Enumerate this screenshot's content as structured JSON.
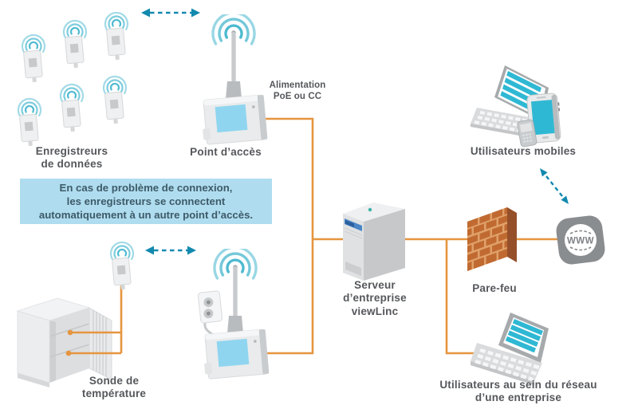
{
  "diagram": {
    "labels": {
      "data_loggers": "Enregistreurs\nde données",
      "access_point": "Point d’accès",
      "power_note": "Alimentation\nPoE ou CC",
      "info_note": "En cas de problème de connexion,\nles enregistreurs se connectent\nautomatiquement à un autre point d’accès.",
      "temperature_probe": "Sonde de\ntempérature",
      "server": "Serveur\nd’entreprise\nviewLinc",
      "firewall": "Pare-feu",
      "mobile_users": "Utilisateurs mobiles",
      "network_users": "Utilisateurs au sein du réseau\nd’une entreprise",
      "www": "WWW"
    },
    "colors": {
      "connector_orange": "#E6953F",
      "wifi_teal": "#45B6CE",
      "arrow_teal": "#1289AE",
      "info_box_bg": "#AFDDEF",
      "info_text": "#3E5A68",
      "label_text": "#55575B",
      "screen_blue": "#8FD5F0",
      "laptop_screen_teal": "#2FB8D3",
      "brick_orange": "#C06A31"
    },
    "icons": [
      "wifi-ripples-icon",
      "data-logger-icon",
      "access-point-icon",
      "antenna-icon",
      "power-outlet-icon",
      "server-tower-icon",
      "firewall-brick-icon",
      "globe-www-icon",
      "laptop-icon",
      "smartphone-icon",
      "feature-phone-icon",
      "cabinet-chamber-icon",
      "temperature-probe-dot-icon",
      "dashed-double-arrow-icon"
    ]
  }
}
